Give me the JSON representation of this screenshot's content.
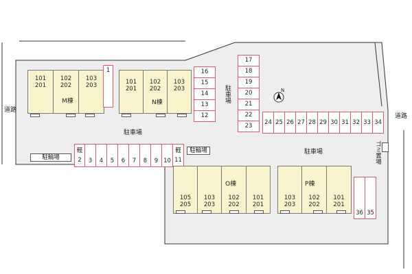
{
  "labels": {
    "road_left": "道路",
    "road_right": "道路",
    "parking_left": "駐車場",
    "parking_right": "駐車場",
    "parking_mid_vertical": "駐車場",
    "bike_left": "駐輪場",
    "bike_mid": "駐輪場",
    "garbage": "ゴミ置場",
    "light_vehicle": "軽",
    "north": "N"
  },
  "buildings": {
    "M": {
      "name": "M棟",
      "units": [
        {
          "upper": "101",
          "lower": "201"
        },
        {
          "upper": "102",
          "lower": "202"
        },
        {
          "upper": "103",
          "lower": "203"
        }
      ]
    },
    "N": {
      "name": "N棟",
      "units": [
        {
          "upper": "101",
          "lower": "201"
        },
        {
          "upper": "102",
          "lower": "202"
        },
        {
          "upper": "103",
          "lower": "203"
        }
      ]
    },
    "O": {
      "name": "O棟",
      "units": [
        {
          "upper": "105",
          "lower": "205"
        },
        {
          "upper": "103",
          "lower": "203"
        },
        {
          "upper": "102",
          "lower": "202"
        },
        {
          "upper": "101",
          "lower": "201"
        }
      ]
    },
    "P": {
      "name": "P棟",
      "units": [
        {
          "upper": "103",
          "lower": "203"
        },
        {
          "upper": "102",
          "lower": "202"
        },
        {
          "upper": "101",
          "lower": "201"
        }
      ]
    }
  },
  "spaces": {
    "s1": "1",
    "row_3_10": [
      "3",
      "4",
      "5",
      "6",
      "7",
      "8",
      "9",
      "10"
    ],
    "s2": "2",
    "s11": "11",
    "col_12_16": [
      "16",
      "15",
      "14",
      "13",
      "12"
    ],
    "col_17_23": [
      "17",
      "18",
      "19",
      "20",
      "21",
      "22",
      "23"
    ],
    "row_24_34": [
      "24",
      "25",
      "26",
      "27",
      "28",
      "29",
      "30",
      "31",
      "32",
      "33",
      "34"
    ],
    "s36": "36",
    "s35": "35"
  },
  "colors": {
    "space_border": "#e0576d",
    "building_fill": "#f9f4cc",
    "site_fill": "#eeeeee"
  }
}
